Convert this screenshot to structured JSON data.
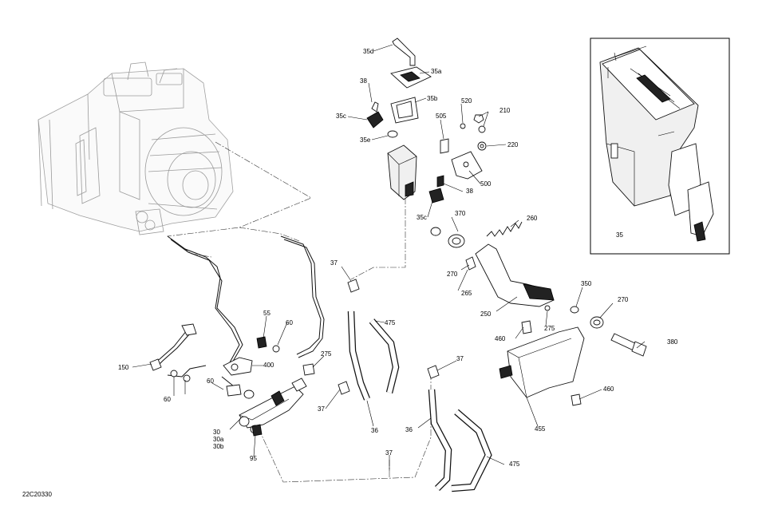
{
  "drawing_code": "22C20330",
  "labels": {
    "l35d": "35d",
    "l35a": "35a",
    "l38a": "38",
    "l35b": "35b",
    "l35c_top": "35c",
    "l35e": "35e",
    "l520": "520",
    "l210": "210",
    "l505": "505",
    "l220": "220",
    "l500": "500",
    "l38b": "38",
    "l35c_bot": "35c",
    "l370": "370",
    "l260": "260",
    "l37a": "37",
    "l270a": "270",
    "l265": "265",
    "l350": "350",
    "l270b": "270",
    "l250": "250",
    "l475a": "475",
    "l275a": "275",
    "l460a": "460",
    "l380": "380",
    "l55": "55",
    "l60a": "60",
    "l150": "150",
    "l400": "400",
    "l275b": "275",
    "l60b": "60",
    "l60c": "60",
    "l37b": "37",
    "l37c": "37",
    "l36a": "36",
    "l36b": "36",
    "l460b": "460",
    "l455": "455",
    "l30": "30",
    "l30a": "30a",
    "l30b": "30b",
    "l95": "95",
    "l37d": "37",
    "l475b": "475",
    "l35_inset": "35"
  }
}
